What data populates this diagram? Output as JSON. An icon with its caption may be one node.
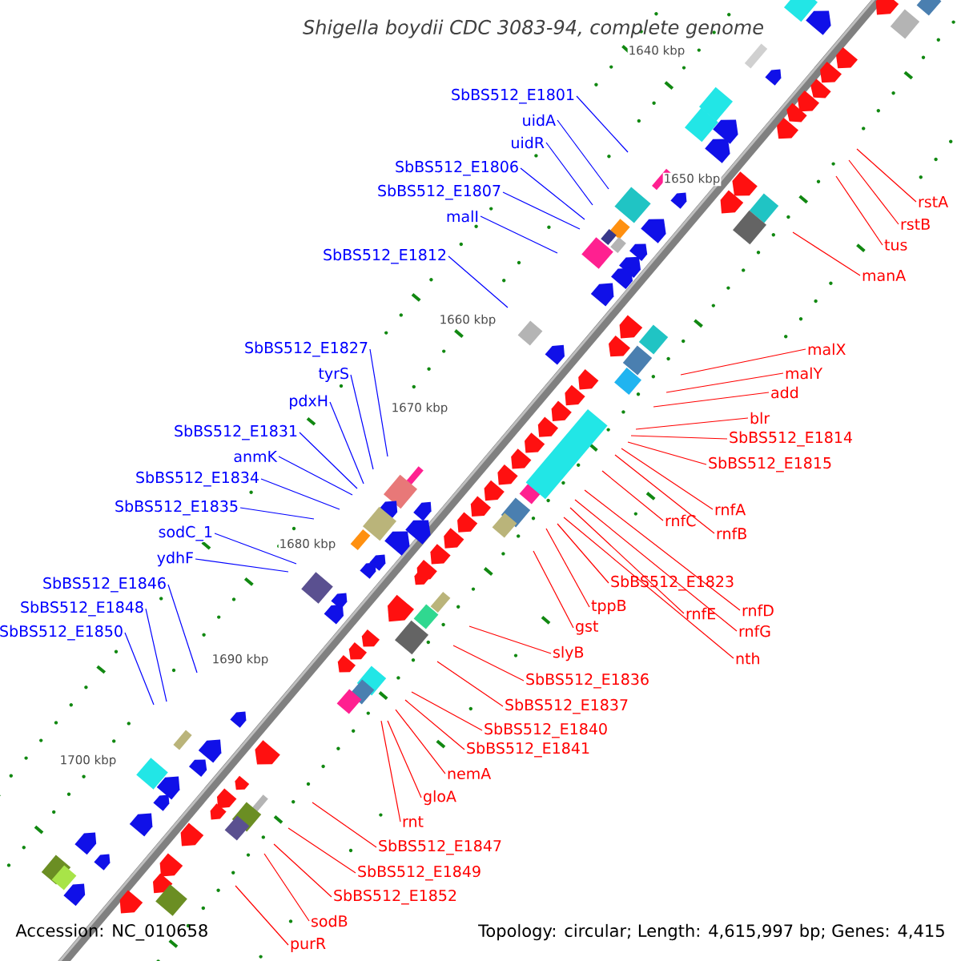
{
  "diagram": {
    "title": "*Shigella boydii* CDC 3083-94, complete genome",
    "nodes": [
      {
        "text": [
          "SbBS512_E1801"
        ]
      },
      {
        "text": [
          "uidA"
        ]
      },
      {
        "text": [
          "uidR"
        ]
      },
      {
        "text": [
          "SbBS512_E1806"
        ]
      },
      {
        "text": [
          "SbBS512_E1807"
        ]
      },
      {
        "text": [
          "malI"
        ]
      },
      {
        "text": [
          "SbBS512_E1812"
        ]
      },
      {
        "text": [
          "SbBS512_E1827"
        ]
      },
      {
        "text": [
          "tyrS"
        ]
      },
      {
        "text": [
          "pdxH"
        ]
      },
      {
        "text": [
          "SbBS512_E1831"
        ]
      },
      {
        "text": [
          "anmK"
        ]
      },
      {
        "text": [
          "SbBS512_E1834"
        ]
      },
      {
        "text": [
          "SbBS512_E1835"
        ]
      },
      {
        "text": [
          "sodC_1"
        ]
      },
      {
        "text": [
          "ydhF"
        ]
      },
      {
        "text": [
          "SbBS512_E1846"
        ]
      },
      {
        "text": [
          "SbBS512_E1848"
        ]
      },
      {
        "text": [
          "SbBS512_E1850"
        ]
      },
      {
        "text": [
          "rstA"
        ]
      },
      {
        "text": [
          "rstB"
        ]
      },
      {
        "text": [
          "tus"
        ]
      },
      {
        "text": [
          "manA"
        ]
      },
      {
        "text": [
          "malX"
        ]
      },
      {
        "text": [
          "malY"
        ]
      },
      {
        "text": [
          "add"
        ]
      },
      {
        "text": [
          "blr"
        ]
      },
      {
        "text": [
          "SbBS512_E1814"
        ]
      },
      {
        "text": [
          "SbBS512_E1815"
        ]
      },
      {
        "text": [
          "rnfA"
        ]
      },
      {
        "text": [
          "rnfB"
        ]
      },
      {
        "text": [
          "rnfC"
        ]
      },
      {
        "text": [
          "SbBS512_E1823"
        ]
      },
      {
        "text": [
          "rnfE"
        ]
      },
      {
        "text": [
          "rnfD"
        ]
      },
      {
        "text": [
          "rnfG"
        ]
      },
      {
        "text": [
          "nth"
        ]
      },
      {
        "text": [
          "tppB"
        ]
      },
      {
        "text": [
          "gst"
        ]
      },
      {
        "text": [
          "slyB"
        ]
      },
      {
        "text": [
          "SbBS512_E1836"
        ]
      },
      {
        "text": [
          "SbBS512_E1837"
        ]
      },
      {
        "text": [
          "SbBS512_E1840"
        ]
      },
      {
        "text": [
          "SbBS512_E1841"
        ]
      },
      {
        "text": [
          "nemA"
        ]
      },
      {
        "text": [
          "gloA"
        ]
      },
      {
        "text": [
          "rnt"
        ]
      },
      {
        "text": [
          "SbBS512_E1847"
        ]
      },
      {
        "text": [
          "SbBS512_E1849"
        ]
      },
      {
        "text": [
          "SbBS512_E1852"
        ]
      },
      {
        "text": [
          "sodB"
        ]
      },
      {
        "text": [
          "purR"
        ]
      }
    ],
    "edges": [
      {
        "from": 0,
        "to": null,
        "arrow": "none",
        "color": "#0000ff"
      },
      {
        "from": 1,
        "to": null,
        "arrow": "none",
        "color": "#0000ff"
      },
      {
        "from": 2,
        "to": null,
        "arrow": "none",
        "color": "#0000ff"
      },
      {
        "from": 3,
        "to": null,
        "arrow": "none",
        "color": "#0000ff"
      },
      {
        "from": 4,
        "to": null,
        "arrow": "none",
        "color": "#0000ff"
      },
      {
        "from": 5,
        "to": null,
        "arrow": "none",
        "color": "#0000ff"
      },
      {
        "from": 6,
        "to": null,
        "arrow": "none",
        "color": "#0000ff"
      },
      {
        "from": 7,
        "to": null,
        "arrow": "none",
        "color": "#0000ff"
      },
      {
        "from": 8,
        "to": null,
        "arrow": "none",
        "color": "#0000ff"
      },
      {
        "from": 9,
        "to": null,
        "arrow": "none",
        "color": "#0000ff"
      },
      {
        "from": 10,
        "to": null,
        "arrow": "none",
        "color": "#0000ff"
      },
      {
        "from": 11,
        "to": null,
        "arrow": "none",
        "color": "#0000ff"
      },
      {
        "from": 12,
        "to": null,
        "arrow": "none",
        "color": "#0000ff"
      },
      {
        "from": 13,
        "to": null,
        "arrow": "none",
        "color": "#0000ff"
      },
      {
        "from": 14,
        "to": null,
        "arrow": "none",
        "color": "#0000ff"
      },
      {
        "from": 15,
        "to": null,
        "arrow": "none",
        "color": "#0000ff"
      },
      {
        "from": 16,
        "to": null,
        "arrow": "none",
        "color": "#0000ff"
      },
      {
        "from": 17,
        "to": null,
        "arrow": "none",
        "color": "#0000ff"
      },
      {
        "from": 18,
        "to": null,
        "arrow": "none",
        "color": "#0000ff"
      },
      {
        "from": 19,
        "to": null,
        "arrow": "none"
      },
      {
        "from": 20,
        "to": null,
        "arrow": "none"
      },
      {
        "from": 21,
        "to": null,
        "arrow": "none"
      },
      {
        "from": 22,
        "to": null,
        "arrow": "none"
      },
      {
        "from": 23,
        "to": null,
        "arrow": "none"
      },
      {
        "from": 24,
        "to": null,
        "arrow": "none"
      },
      {
        "from": 25,
        "to": null,
        "arrow": "none"
      },
      {
        "from": 26,
        "to": null,
        "arrow": "none"
      },
      {
        "from": 27,
        "to": null,
        "arrow": "none"
      },
      {
        "from": 28,
        "to": null,
        "arrow": "none"
      },
      {
        "from": 29,
        "to": null,
        "arrow": "none"
      },
      {
        "from": 30,
        "to": null,
        "arrow": "none"
      },
      {
        "from": 31,
        "to": null,
        "arrow": "none"
      },
      {
        "from": 32,
        "to": null,
        "arrow": "none"
      },
      {
        "from": 33,
        "to": null,
        "arrow": "none"
      },
      {
        "from": 34,
        "to": null,
        "arrow": "none"
      },
      {
        "from": 35,
        "to": null,
        "arrow": "none"
      },
      {
        "from": 36,
        "to": null,
        "arrow": "none"
      },
      {
        "from": 37,
        "to": null,
        "arrow": "none"
      },
      {
        "from": 38,
        "to": null,
        "arrow": "none"
      },
      {
        "from": 39,
        "to": null,
        "arrow": "none"
      },
      {
        "from": 40,
        "to": null,
        "arrow": "none"
      },
      {
        "from": 41,
        "to": null,
        "arrow": "none"
      },
      {
        "from": 42,
        "to": null,
        "arrow": "none"
      },
      {
        "from": 43,
        "to": null,
        "arrow": "none"
      },
      {
        "from": 44,
        "to": null,
        "arrow": "none"
      },
      {
        "from": 45,
        "to": null,
        "arrow": "none"
      },
      {
        "from": 46,
        "to": null,
        "arrow": "none"
      },
      {
        "from": 47,
        "to": null,
        "arrow": "none"
      },
      {
        "from": 48,
        "to": null,
        "arrow": "none"
      },
      {
        "from": 49,
        "to": null,
        "arrow": "none"
      },
      {
        "from": 50,
        "to": null,
        "arrow": "none"
      },
      {
        "from": 51,
        "to": null,
        "arrow": "none"
      }
    ],
    "labels": [
      "1640 kbp",
      "1650 kbp",
      "1660 kbp",
      "1670 kbp",
      "1680 kbp",
      "1690 kbp",
      "1700 kbp",
      "Accession: NC_010658",
      "Topology: circular; Length: 4,615,997 bp; Genes: 4,415"
    ]
  }
}
